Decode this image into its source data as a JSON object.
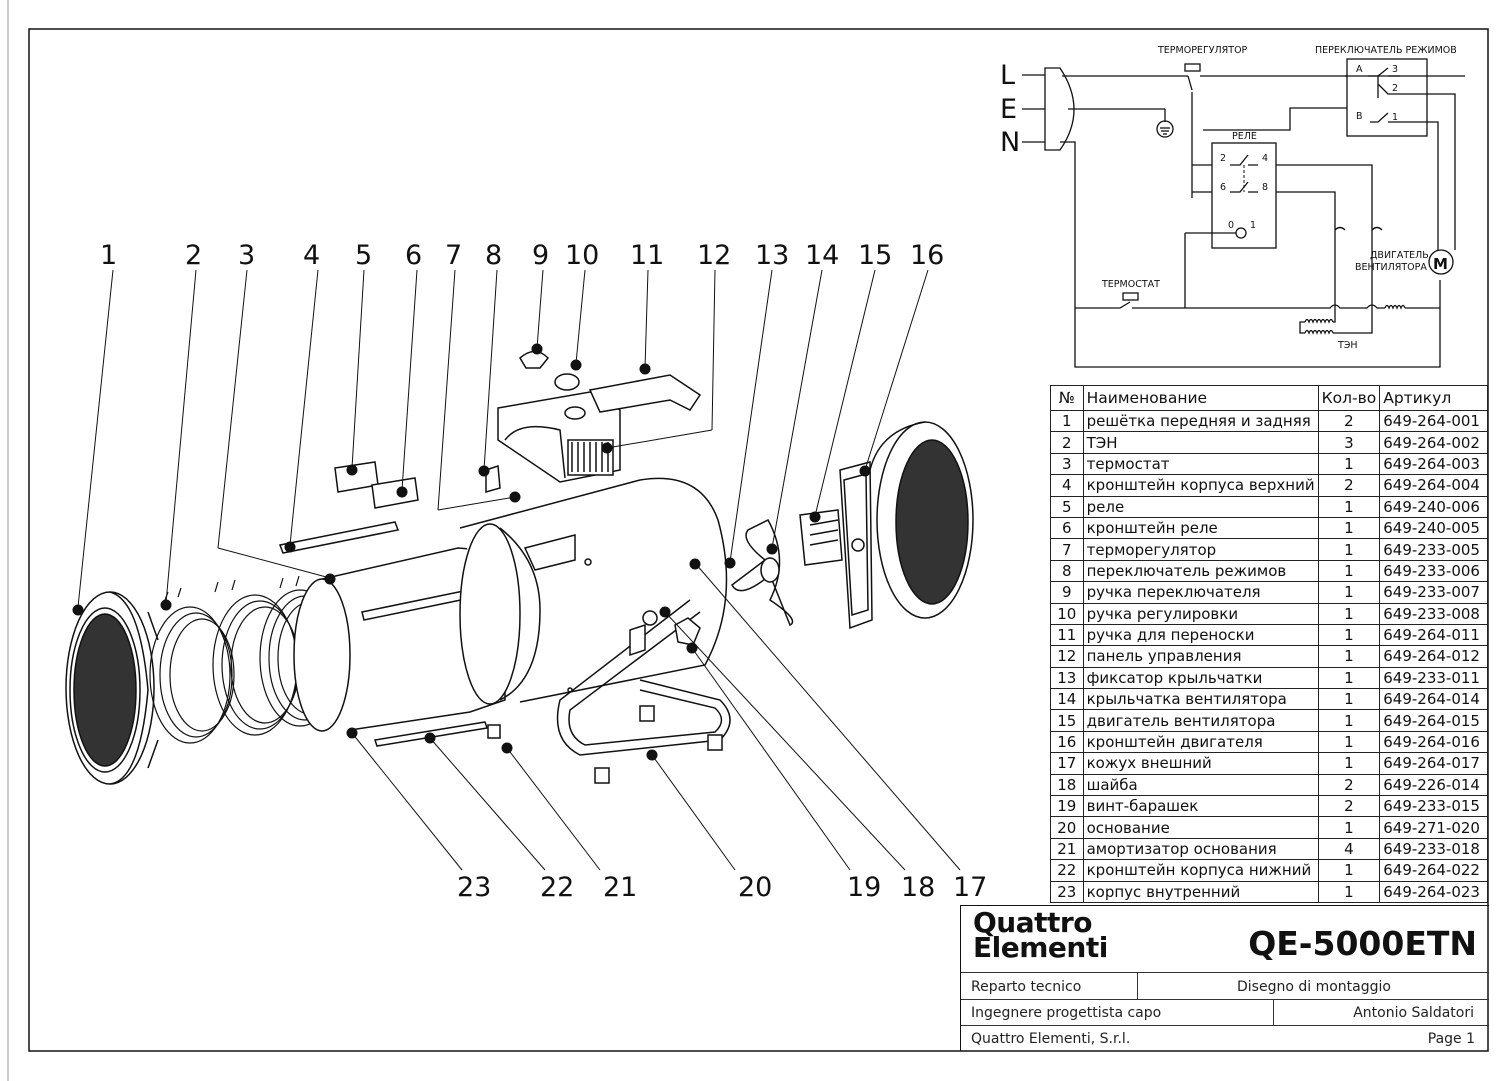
{
  "schematic": {
    "thermoregulator": "ТЕРМОРЕГУЛЯТОР",
    "mode_switch": "ПЕРЕКЛЮЧАТЕЛЬ РЕЖИМОВ",
    "relay": "РЕЛЕ",
    "thermostat": "ТЕРМОСТАТ",
    "fan_motor_line1": "ДВИГАТЕЛЬ",
    "fan_motor_line2": "ВЕНТИЛЯТОРА",
    "motor_symbol": "M",
    "heater": "ТЭН",
    "plug_L": "L",
    "plug_E": "E",
    "plug_N": "N",
    "switch_A": "A",
    "switch_B": "B",
    "switch_3": "3",
    "switch_2": "2",
    "switch_1": "1",
    "relay_2": "2",
    "relay_4": "4",
    "relay_6": "6",
    "relay_8": "8",
    "relay_0": "0",
    "relay_1": "1"
  },
  "callouts_top": [
    "1",
    "2",
    "3",
    "4",
    "5",
    "6",
    "7",
    "8",
    "9",
    "10",
    "11",
    "12",
    "13",
    "14",
    "15",
    "16"
  ],
  "callouts_bottom": [
    "23",
    "22",
    "21",
    "20",
    "19",
    "18",
    "17"
  ],
  "table": {
    "headers": {
      "no": "№",
      "name": "Наименование",
      "qty": "Кол-во",
      "article": "Артикул"
    },
    "rows": [
      {
        "no": "1",
        "name": "решётка передняя и задняя",
        "qty": "2",
        "article": "649-264-001"
      },
      {
        "no": "2",
        "name": "ТЭН",
        "qty": "3",
        "article": "649-264-002"
      },
      {
        "no": "3",
        "name": "термостат",
        "qty": "1",
        "article": "649-264-003"
      },
      {
        "no": "4",
        "name": "кронштейн корпуса верхний",
        "qty": "2",
        "article": "649-264-004"
      },
      {
        "no": "5",
        "name": "реле",
        "qty": "1",
        "article": "649-240-006"
      },
      {
        "no": "6",
        "name": "кронштейн реле",
        "qty": "1",
        "article": "649-240-005"
      },
      {
        "no": "7",
        "name": "терморегулятор",
        "qty": "1",
        "article": "649-233-005"
      },
      {
        "no": "8",
        "name": "переключатель режимов",
        "qty": "1",
        "article": "649-233-006"
      },
      {
        "no": "9",
        "name": "ручка переключателя",
        "qty": "1",
        "article": "649-233-007"
      },
      {
        "no": "10",
        "name": "ручка регулировки",
        "qty": "1",
        "article": "649-233-008"
      },
      {
        "no": "11",
        "name": "ручка для переноски",
        "qty": "1",
        "article": "649-264-011"
      },
      {
        "no": "12",
        "name": "панель управления",
        "qty": "1",
        "article": "649-264-012"
      },
      {
        "no": "13",
        "name": "фиксатор крыльчатки",
        "qty": "1",
        "article": "649-233-011"
      },
      {
        "no": "14",
        "name": "крыльчатка вентилятора",
        "qty": "1",
        "article": "649-264-014"
      },
      {
        "no": "15",
        "name": "двигатель вентилятора",
        "qty": "1",
        "article": "649-264-015"
      },
      {
        "no": "16",
        "name": "кронштейн двигателя",
        "qty": "1",
        "article": "649-264-016"
      },
      {
        "no": "17",
        "name": "кожух внешний",
        "qty": "1",
        "article": "649-264-017"
      },
      {
        "no": "18",
        "name": "шайба",
        "qty": "2",
        "article": "649-226-014"
      },
      {
        "no": "19",
        "name": "винт-барашек",
        "qty": "2",
        "article": "649-233-015"
      },
      {
        "no": "20",
        "name": "основание",
        "qty": "1",
        "article": "649-271-020"
      },
      {
        "no": "21",
        "name": "амортизатор основания",
        "qty": "4",
        "article": "649-233-018"
      },
      {
        "no": "22",
        "name": "кронштейн корпуса нижний",
        "qty": "1",
        "article": "649-264-022"
      },
      {
        "no": "23",
        "name": "корпус внутренний",
        "qty": "1",
        "article": "649-264-023"
      }
    ]
  },
  "title_block": {
    "brand_line1": "Quattro",
    "brand_line2": "Elementi",
    "model": "QE-5000ETN",
    "dept": "Reparto tecnico",
    "drawing_type": "Disegno di montaggio",
    "role": "Ingegnere progettista capo",
    "engineer": "Antonio Saldatori",
    "company": "Quattro Elementi, S.r.l.",
    "page": "Page 1"
  }
}
